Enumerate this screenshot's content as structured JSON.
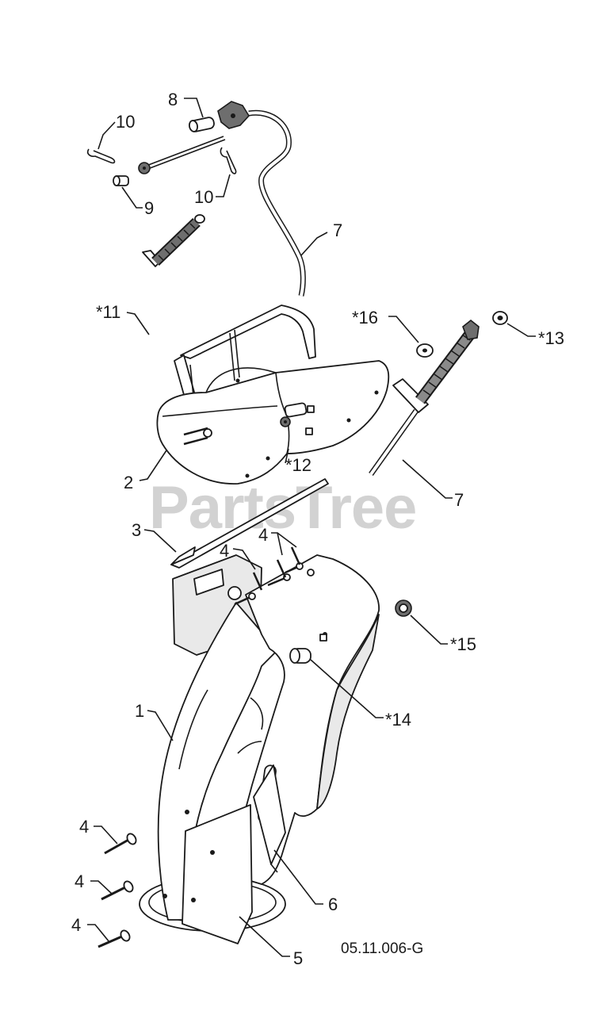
{
  "watermark": "PartsTree",
  "drawing_code": "05.11.006-G",
  "callouts": {
    "c1": "1",
    "c2": "2",
    "c3": "3",
    "c4a": "4",
    "c4b": "4",
    "c4c": "4",
    "c4d": "4",
    "c4e": "4",
    "c5": "5",
    "c6": "6",
    "c7a": "7",
    "c7b": "7",
    "c8": "8",
    "c9": "9",
    "c10a": "10",
    "c10b": "10",
    "c11": "*11",
    "c12": "*12",
    "c13": "*13",
    "c14": "*14",
    "c15": "*15",
    "c16": "*16"
  },
  "colors": {
    "line": "#1a1a1a",
    "fill": "#ffffff",
    "shade": "#e9e9e9",
    "watermark": "#d2d2d2"
  }
}
